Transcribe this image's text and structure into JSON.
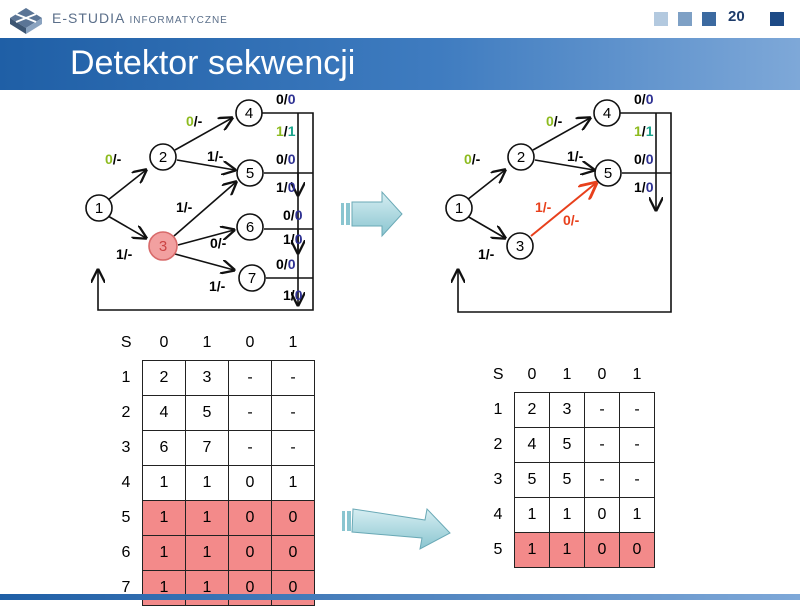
{
  "header": {
    "logo_text": "E-STUDIA",
    "logo_subtext": "INFORMATYCZNE",
    "page_number": "20",
    "square_colors": [
      "#b3c9df",
      "#7ea0c5",
      "#3c6aa0",
      "#1d4a86"
    ]
  },
  "title": "Detektor sekwencji",
  "left_diagram": {
    "nodes": [
      "1",
      "2",
      "3",
      "4",
      "5",
      "6",
      "7"
    ],
    "labels": {
      "e12": [
        "0",
        "/-"
      ],
      "e13": [
        "1/-"
      ],
      "e24": [
        "0",
        "/-"
      ],
      "e25": [
        "1/-"
      ],
      "e35": [
        "1/-"
      ],
      "e36": [
        "0/-"
      ],
      "e37": [
        "1/-"
      ],
      "o4a": [
        "0",
        "/",
        "0"
      ],
      "o4b": [
        "1",
        "/",
        "1"
      ],
      "o5a": [
        "0",
        "/",
        "0"
      ],
      "o5b": [
        "1",
        "/",
        "0"
      ],
      "o6a": [
        "0",
        "/",
        "0"
      ],
      "o6b": [
        "1",
        "/",
        "0"
      ],
      "o7a": [
        "0",
        "/",
        "0"
      ],
      "o7b": [
        "1",
        "/",
        "0"
      ]
    }
  },
  "right_diagram": {
    "nodes": [
      "1",
      "2",
      "3",
      "4",
      "5"
    ],
    "labels": {
      "e12": [
        "0",
        "/-"
      ],
      "e13": [
        "1/-"
      ],
      "e24": [
        "0",
        "/-"
      ],
      "e25": [
        "1/-"
      ],
      "e35a": [
        "1/-"
      ],
      "e35b": [
        "0/-"
      ],
      "o4a": [
        "0",
        "/",
        "0"
      ],
      "o4b": [
        "1",
        "/",
        "1"
      ],
      "o5a": [
        "0",
        "/",
        "0"
      ],
      "o5b": [
        "1",
        "/",
        "0"
      ]
    }
  },
  "left_table": {
    "header": [
      "S",
      "0",
      "1",
      "0",
      "1"
    ],
    "rows": [
      [
        "1",
        "2",
        "3",
        "-",
        "-"
      ],
      [
        "2",
        "4",
        "5",
        "-",
        "-"
      ],
      [
        "3",
        "6",
        "7",
        "-",
        "-"
      ],
      [
        "4",
        "1",
        "1",
        "0",
        "1"
      ],
      [
        "5",
        "1",
        "1",
        "0",
        "0"
      ],
      [
        "6",
        "1",
        "1",
        "0",
        "0"
      ],
      [
        "7",
        "1",
        "1",
        "0",
        "0"
      ]
    ]
  },
  "right_table": {
    "header": [
      "S",
      "0",
      "1",
      "0",
      "1"
    ],
    "rows": [
      [
        "1",
        "2",
        "3",
        "-",
        "-"
      ],
      [
        "2",
        "4",
        "5",
        "-",
        "-"
      ],
      [
        "3",
        "5",
        "5",
        "-",
        "-"
      ],
      [
        "4",
        "1",
        "1",
        "0",
        "1"
      ],
      [
        "5",
        "1",
        "1",
        "0",
        "0"
      ]
    ]
  },
  "colors": {
    "input_green": "#8dbb1f",
    "output_blue": "#2e3192",
    "output_teal": "#1aa38c",
    "highlight_node": "#f2a0a0",
    "highlight_row": "#f38a8a",
    "new_edge": "#e8401c"
  }
}
